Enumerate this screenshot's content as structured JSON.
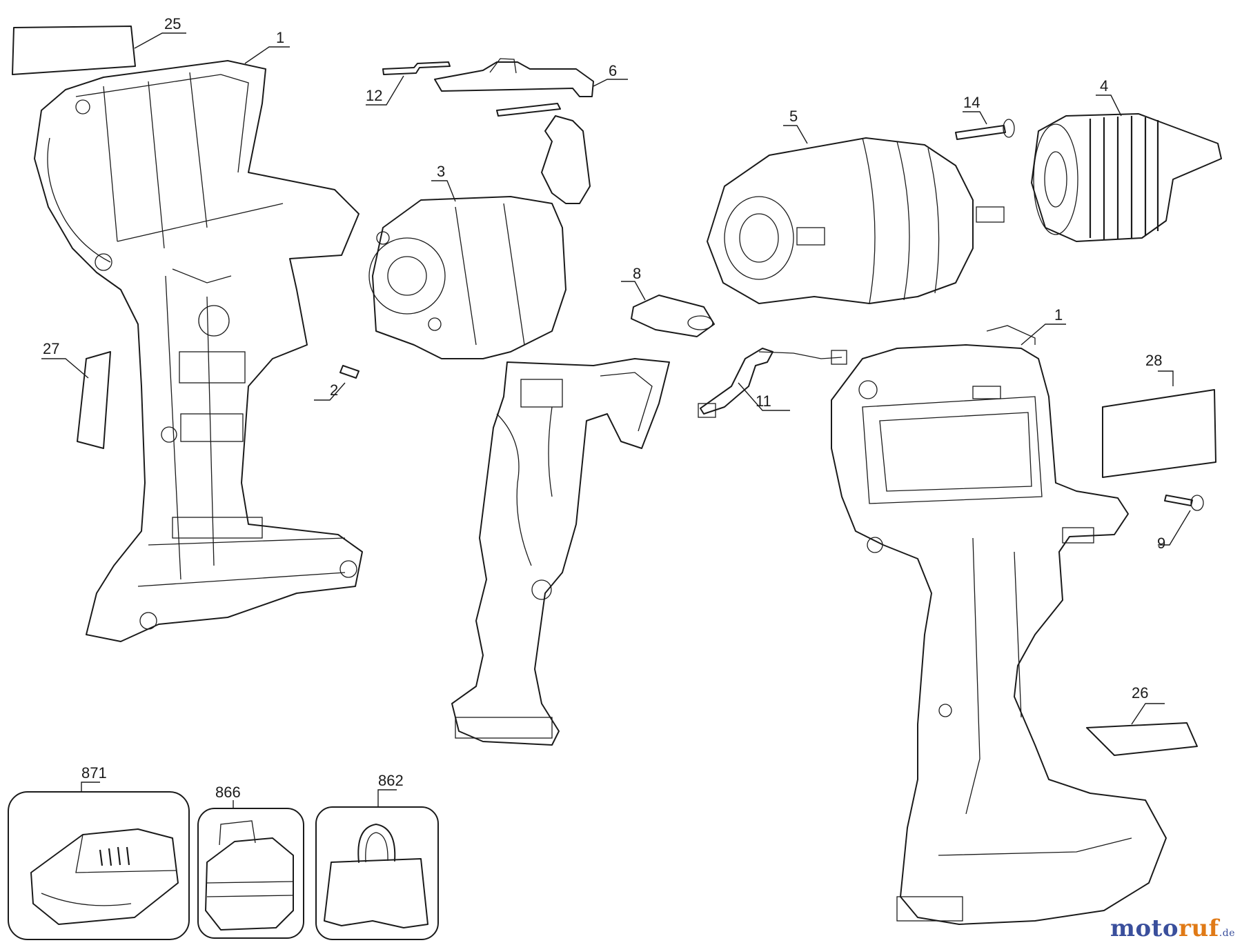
{
  "labels": {
    "l25": "25",
    "l1a": "1",
    "l12": "12",
    "l6": "6",
    "l3": "3",
    "l5": "5",
    "l14": "14",
    "l4": "4",
    "l27": "27",
    "l2": "2",
    "l8": "8",
    "l11": "11",
    "l1b": "1",
    "l28": "28",
    "l9": "9",
    "l26": "26",
    "l871": "871",
    "l866": "866",
    "l862": "862"
  },
  "brand": {
    "name_blue": "moto",
    "name_orange": "ruf",
    "suffix": ".de"
  },
  "colors": {
    "line": "#1a1a1a",
    "brand_blue": "#3a4f9c",
    "brand_orange": "#e07a16"
  }
}
